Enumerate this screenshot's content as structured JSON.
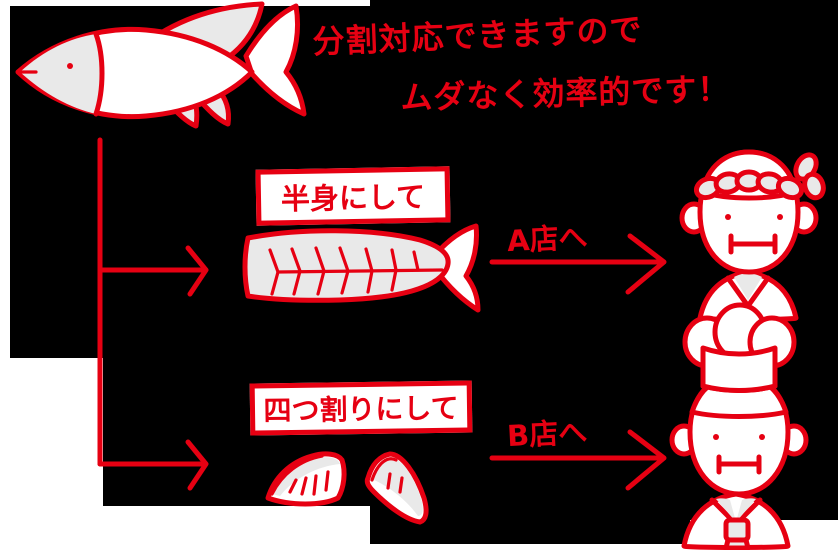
{
  "illustration": {
    "title": "魚の分割対応イラスト",
    "stroke_color": "#e60012",
    "fill_color": "#ededed",
    "panel_color": "#000000",
    "paper_color": "#ffffff"
  },
  "caption": {
    "line1": "分割対応できますので",
    "line2": "ムダなく効率的です！"
  },
  "branches": [
    {
      "id": "a",
      "label_box": "半身にして",
      "arrow_label": "A店へ",
      "product": "半身（骨付き）",
      "recipient": "和食の料理人（鉢巻き）"
    },
    {
      "id": "b",
      "label_box": "四つ割りにして",
      "arrow_label": "B店へ",
      "product": "四つ割りの切り身 2切れ",
      "recipient": "洋食のシェフ（コック帽）"
    }
  ],
  "source": {
    "whole_fish": "一尾まるごとの魚"
  }
}
